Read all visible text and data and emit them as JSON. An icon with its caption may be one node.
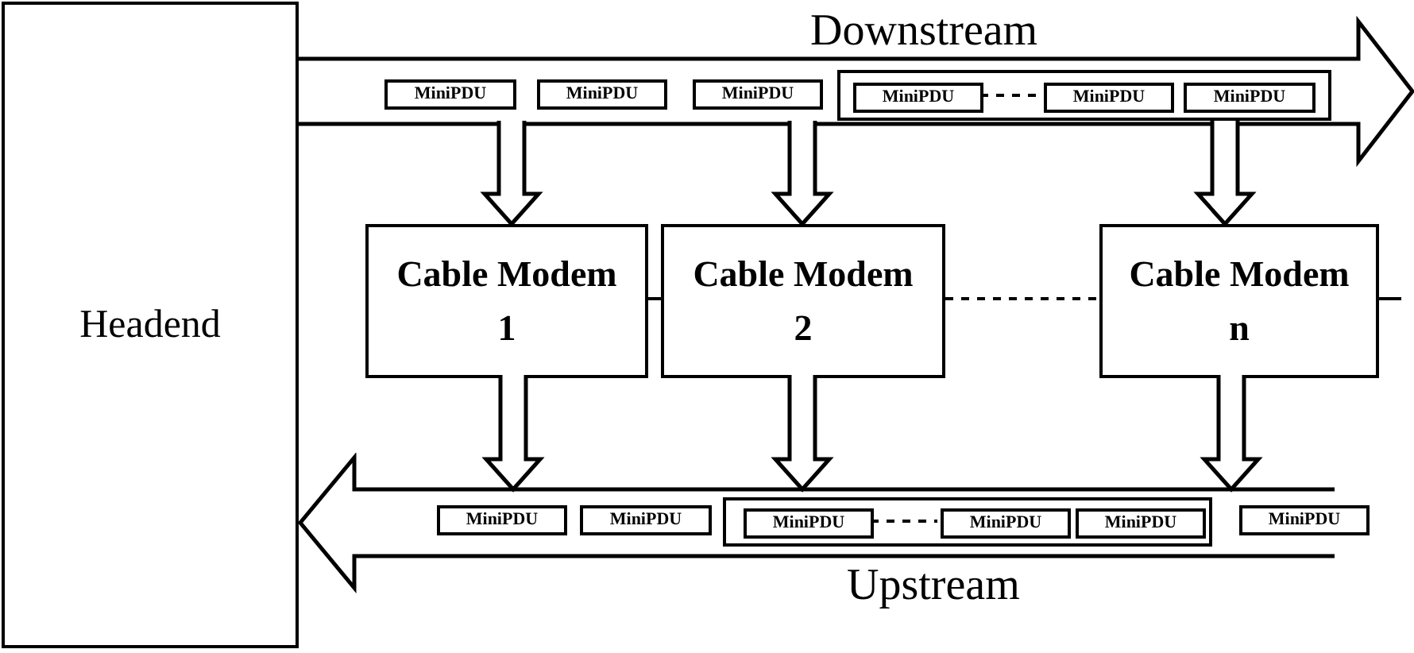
{
  "diagram": {
    "nodes": [
      {
        "text": [
          "Headend"
        ]
      },
      {
        "text": [
          "Downstream"
        ]
      },
      {
        "text": [
          "MiniPDU"
        ],
        "in": 1
      },
      {
        "text": [
          "MiniPDU"
        ],
        "in": 1
      },
      {
        "text": [
          "MiniPDU"
        ],
        "in": 1
      },
      {
        "text": [],
        "shape": "box",
        "in": 1
      },
      {
        "text": [
          "MiniPDU"
        ],
        "in": 5
      },
      {
        "text": [
          "MiniPDU"
        ],
        "in": 5
      },
      {
        "text": [
          "MiniPDU"
        ],
        "in": 5
      },
      {
        "text": [
          "Cable Modem 1"
        ]
      },
      {
        "text": [
          "Cable Modem 2"
        ]
      },
      {
        "text": [
          "Cable Modem n"
        ]
      },
      {
        "text": [
          "Upstream"
        ]
      },
      {
        "text": [
          "MiniPDU"
        ],
        "in": 12
      },
      {
        "text": [
          "MiniPDU"
        ],
        "in": 12
      },
      {
        "text": [],
        "shape": "box",
        "in": 12
      },
      {
        "text": [
          "MiniPDU"
        ],
        "in": 15
      },
      {
        "text": [
          "MiniPDU"
        ],
        "in": 15
      },
      {
        "text": [
          "MiniPDU"
        ],
        "in": 15
      },
      {
        "text": [
          "MiniPDU"
        ],
        "in": 12
      }
    ],
    "edges": [
      {
        "from": 1,
        "to": 9,
        "arrow": "to",
        "style": "thick"
      },
      {
        "from": 1,
        "to": 10,
        "arrow": "to",
        "style": "thick"
      },
      {
        "from": 1,
        "to": 11,
        "arrow": "to",
        "style": "thick"
      },
      {
        "from": 9,
        "to": 12,
        "arrow": "to",
        "style": "thick"
      },
      {
        "from": 10,
        "to": 12,
        "arrow": "to",
        "style": "thick"
      },
      {
        "from": 11,
        "to": 12,
        "arrow": "to",
        "style": "thick"
      },
      {
        "from": 6,
        "to": 7,
        "arrow": "none",
        "style": "dashed"
      },
      {
        "from": 9,
        "to": 10,
        "arrow": "none"
      },
      {
        "from": 10,
        "to": 11,
        "arrow": "none",
        "style": "dashed"
      },
      {
        "from": 11,
        "to": null,
        "arrow": "none"
      },
      {
        "from": 16,
        "to": 17,
        "arrow": "none",
        "style": "dashed"
      }
    ]
  }
}
